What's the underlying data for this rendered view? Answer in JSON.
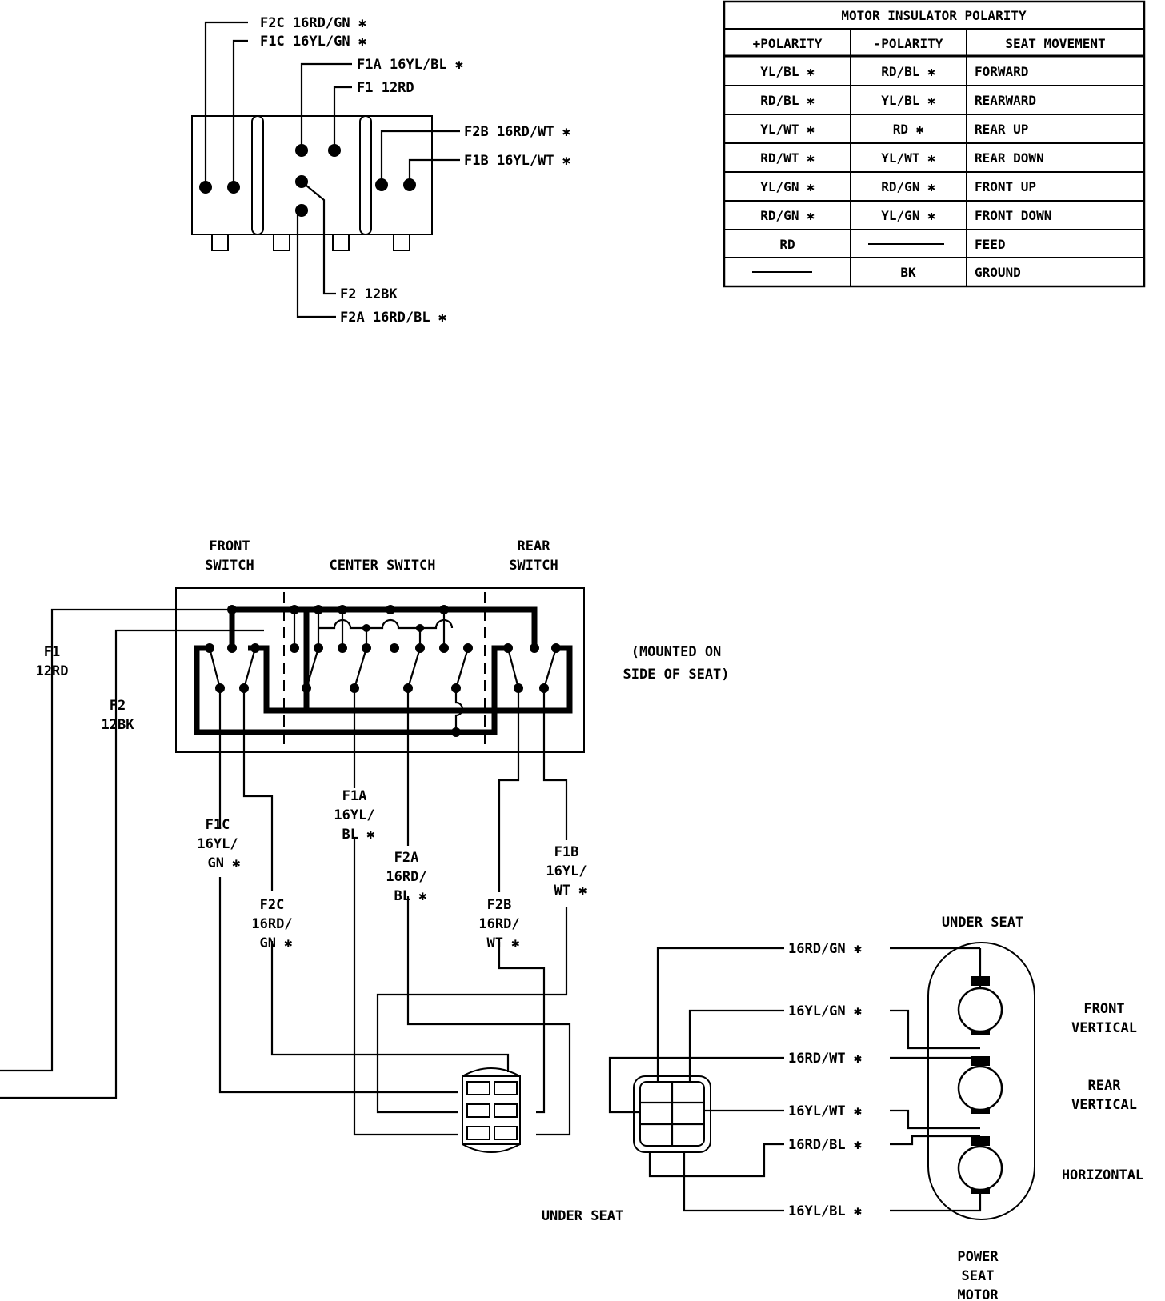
{
  "connector_top": {
    "callouts": {
      "f2c": "F2C 16RD/GN  ✱",
      "f1c": "F1C 16YL/GN  ✱",
      "f1a": "F1A 16YL/BL  ✱",
      "f1": "F1 12RD",
      "f2b": "F2B 16RD/WT  ✱",
      "f1b": "F1B 16YL/WT  ✱",
      "f2": "F2 12BK",
      "f2a": "F2A 16RD/BL  ✱"
    }
  },
  "polarity_table": {
    "title": "MOTOR INSULATOR POLARITY",
    "headers": [
      "+POLARITY",
      "-POLARITY",
      "SEAT MOVEMENT"
    ],
    "rows": [
      [
        "YL/BL ✱",
        "RD/BL ✱",
        "FORWARD"
      ],
      [
        "RD/BL ✱",
        "YL/BL ✱",
        "REARWARD"
      ],
      [
        "YL/WT ✱",
        "RD ✱",
        "REAR UP"
      ],
      [
        "RD/WT ✱",
        "YL/WT ✱",
        "REAR DOWN"
      ],
      [
        "YL/GN ✱",
        "RD/GN ✱",
        "FRONT UP"
      ],
      [
        "RD/GN ✱",
        "YL/GN ✱",
        "FRONT DOWN"
      ],
      [
        "RD",
        "",
        "FEED"
      ],
      [
        "",
        "BK",
        "GROUND"
      ]
    ]
  },
  "switch_assembly": {
    "front_switch": [
      "FRONT",
      "SWITCH"
    ],
    "center_switch": "CENTER SWITCH",
    "rear_switch": [
      "REAR",
      "SWITCH"
    ],
    "mounted_note": [
      "(MOUNTED ON",
      "SIDE OF SEAT)"
    ]
  },
  "wire_labels": {
    "f1": [
      "F1",
      "12RD"
    ],
    "f2": [
      "F2",
      "12BK"
    ],
    "f1c": [
      "F1C",
      "16YL/",
      "GN ✱"
    ],
    "f2c": [
      "F2C",
      "16RD/",
      "GN ✱"
    ],
    "f1a": [
      "F1A",
      "16YL/",
      "BL ✱"
    ],
    "f2a": [
      "F2A",
      "16RD/",
      "BL ✱"
    ],
    "f2b": [
      "F2B",
      "16RD/",
      "WT ✱"
    ],
    "f1b": [
      "F1B",
      "16YL/",
      "WT ✱"
    ]
  },
  "motor_wires": [
    "16RD/GN  ✱",
    "16YL/GN  ✱",
    "16RD/WT ✱",
    "16YL/WT  ✱",
    "16RD/BL  ✱",
    "16YL/BL  ✱"
  ],
  "under_seat_top": "UNDER SEAT",
  "under_seat_bottom": "UNDER SEAT",
  "motor_labels": {
    "front": [
      "FRONT",
      "VERTICAL"
    ],
    "rear": [
      "REAR",
      "VERTICAL"
    ],
    "horizontal": "HORIZONTAL"
  },
  "power_seat_motor": [
    "POWER",
    "SEAT",
    "MOTOR"
  ]
}
